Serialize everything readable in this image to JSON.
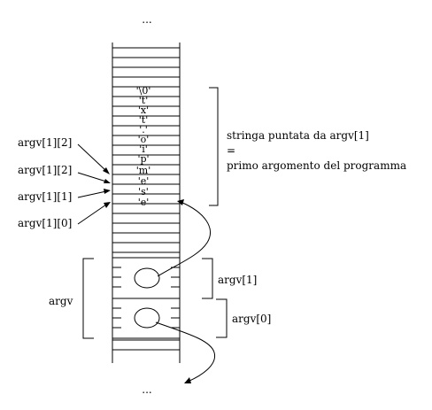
{
  "top_ellipsis": "...",
  "bottom_ellipsis": "...",
  "cells": [
    "'\\0'",
    "'t'",
    "'x'",
    "'t'",
    "'.'",
    "'o'",
    "'i'",
    "'p'",
    "'m'",
    "'e'",
    "'s'",
    "'e'"
  ],
  "pointer_labels": [
    "argv[1][2]",
    "argv[1][2]",
    "argv[1][1]",
    "argv[1][0]"
  ],
  "brace_text": {
    "line1": "stringa puntata da argv[1]",
    "line2": "=",
    "line3": "primo argomento del programma"
  },
  "argv_label": "argv",
  "argv1_label": "argv[1]",
  "argv0_label": "argv[0]"
}
